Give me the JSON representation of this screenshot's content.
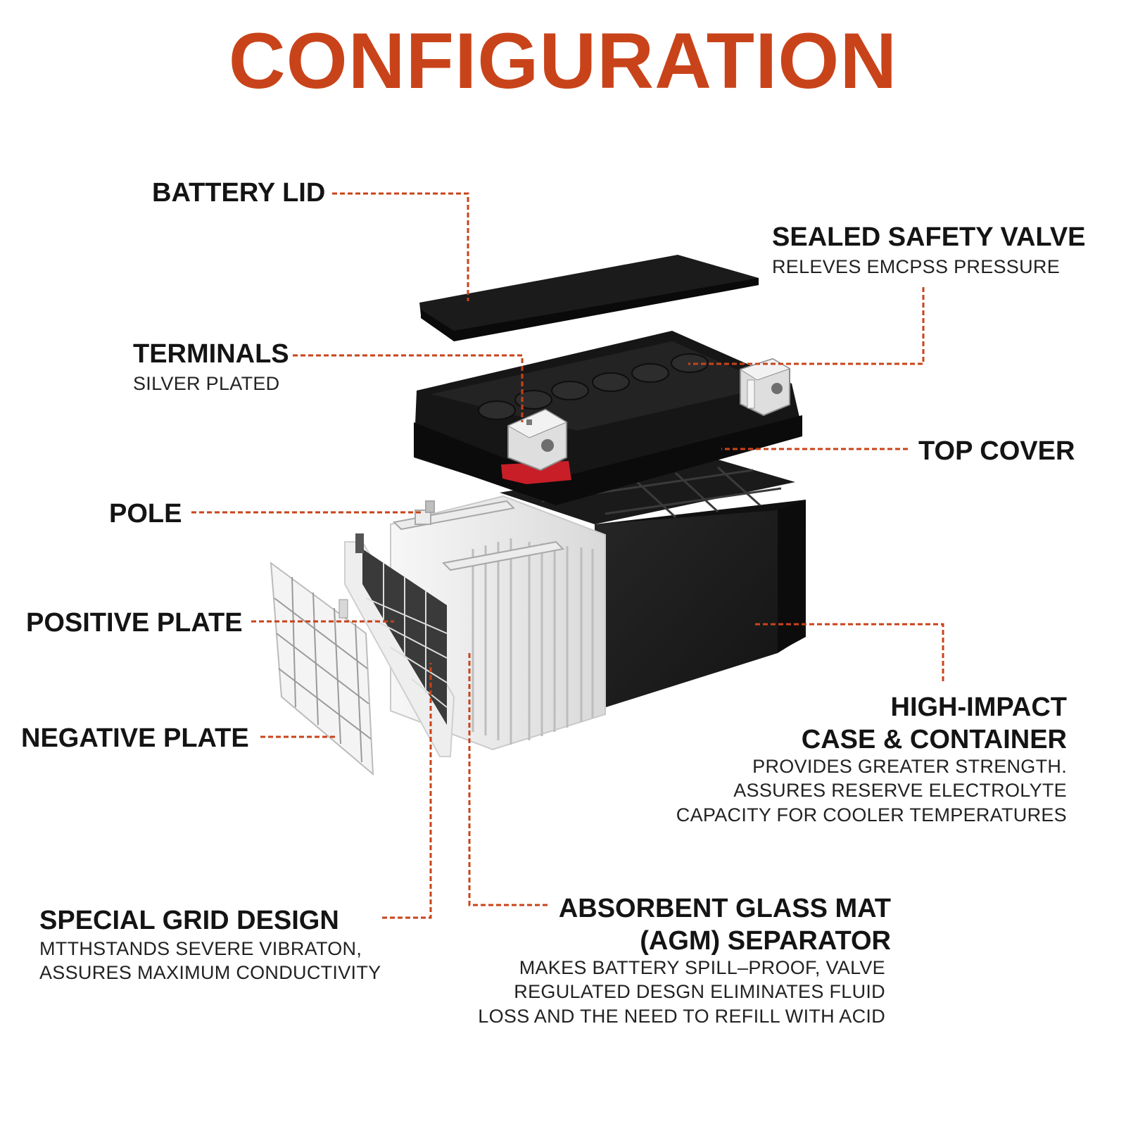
{
  "title": "CONFIGURATION",
  "colors": {
    "title": "#c9431a",
    "leader_line": "#c9431a",
    "label_text": "#141414",
    "case": "#1c1c1c",
    "plates": "#e9e9e9",
    "terminal": "#d8d8d8",
    "positive_marker": "#c81e28"
  },
  "labels": {
    "battery_lid": {
      "title": "BATTERY LID"
    },
    "sealed_safety_valve": {
      "title": "SEALED SAFETY VALVE",
      "desc": "RELEVES EMCPSS PRESSURE"
    },
    "terminals": {
      "title": "TERMINALS",
      "desc": "SILVER PLATED"
    },
    "top_cover": {
      "title": "TOP COVER"
    },
    "pole": {
      "title": "POLE"
    },
    "positive_plate": {
      "title": "POSITIVE PLATE"
    },
    "negative_plate": {
      "title": "NEGATIVE PLATE"
    },
    "high_impact_case": {
      "title_lines": [
        "HIGH-IMPACT",
        "CASE & CONTAINER"
      ],
      "desc_lines": [
        "PROVIDES GREATER STRENGTH.",
        "ASSURES RESERVE ELECTROLYTE",
        "CAPACITY FOR COOLER TEMPERATURES"
      ]
    },
    "special_grid_design": {
      "title": "SPECIAL GRID DESIGN",
      "desc_lines": [
        "MTTHSTANDS SEVERE VIBRATON,",
        "ASSURES MAXIMUM CONDUCTIVITY"
      ]
    },
    "agm_separator": {
      "title_lines": [
        "ABSORBENT GLASS MAT",
        "(AGM) SEPARATOR"
      ],
      "desc_lines": [
        "MAKES BATTERY SPILL–PROOF, VALVE",
        "REGULATED DESGN ELIMINATES FLUID",
        "LOSS AND THE NEED TO REFILL WITH ACID"
      ]
    }
  }
}
